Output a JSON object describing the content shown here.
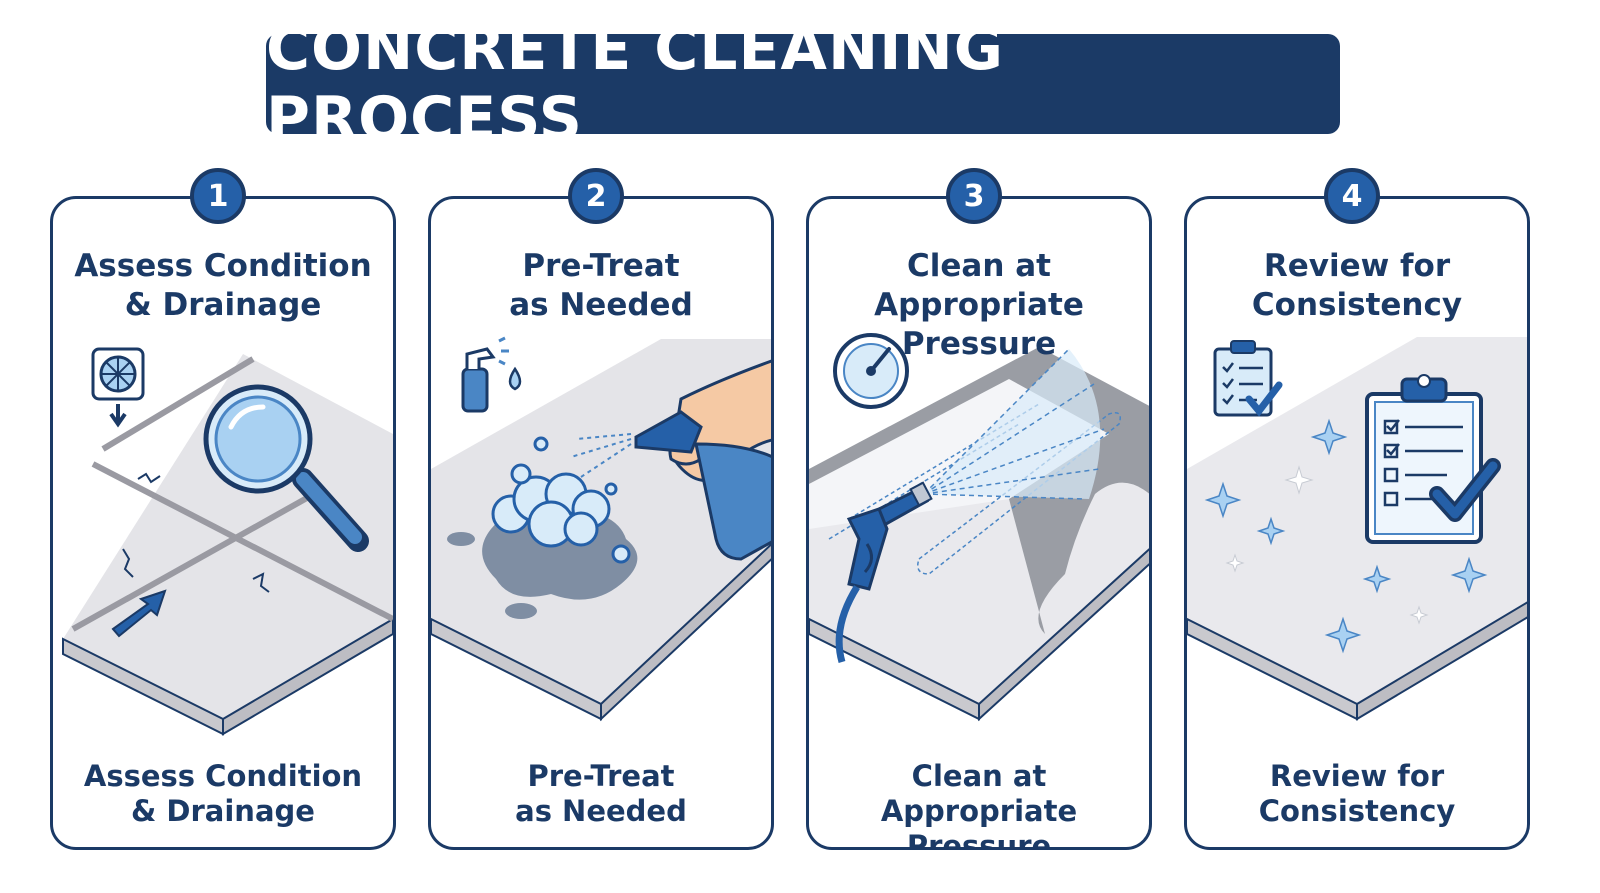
{
  "title": "CONCRETE CLEANING PROCESS",
  "steps": [
    {
      "number": "1",
      "title": "Assess Condition\n& Drainage",
      "caption": "Assess Condition\n& Drainage"
    },
    {
      "number": "2",
      "title": "Pre-Treat\nas Needed",
      "caption": "Pre-Treat\nas Needed"
    },
    {
      "number": "3",
      "title": "Clean at\nAppropriate Pressure",
      "caption": "Clean at\nAppropriate Pressure"
    },
    {
      "number": "4",
      "title": "Review for\nConsistency",
      "caption": "Review for\nConsistency"
    }
  ],
  "colors": {
    "navy": "#1b3a66",
    "accent_blue": "#2560a8",
    "light_blue": "#a9d1f2",
    "concrete": "#e6e6ea"
  }
}
